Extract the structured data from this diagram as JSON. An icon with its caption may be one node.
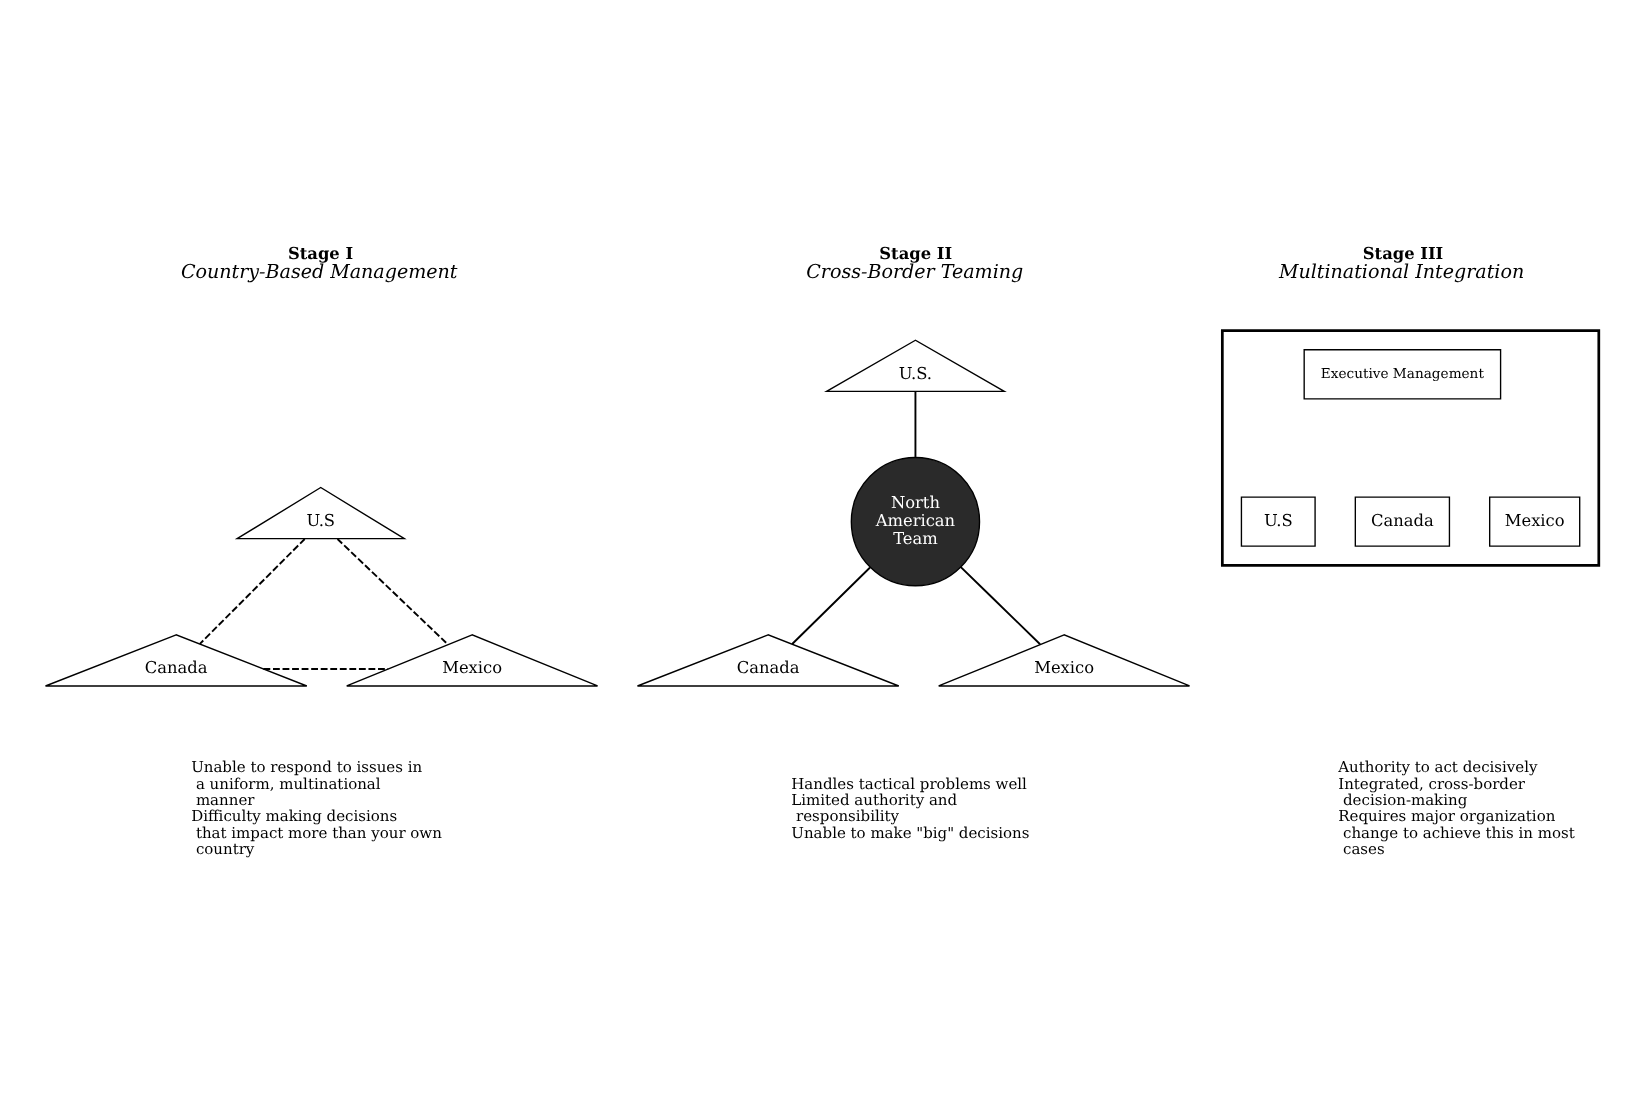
{
  "diagram": {
    "nodes": [
      {
        "text": [
          "U.S"
        ]
      },
      {
        "text": [
          "Canada"
        ]
      },
      {
        "text": [
          "Mexico"
        ]
      },
      {
        "text": [
          "U.S."
        ]
      },
      {
        "text": [
          "North American Team"
        ]
      },
      {
        "text": [
          "Canada"
        ]
      },
      {
        "text": [
          "Mexico"
        ]
      },
      {
        "text": [],
        "shape": "triangle"
      },
      {
        "text": [
          "Executive Management"
        ],
        "in": 7
      },
      {
        "text": [
          "U.S"
        ],
        "in": 7
      },
      {
        "text": [
          "Canada"
        ],
        "in": 7
      },
      {
        "text": [
          "Mexico"
        ],
        "in": 7
      }
    ],
    "edges": [
      {
        "from": 0,
        "to": 1,
        "arrow": "none",
        "style": "dashed"
      },
      {
        "from": 0,
        "to": 2,
        "arrow": "none",
        "style": "dashed"
      },
      {
        "from": 1,
        "to": 2,
        "arrow": "none",
        "style": "dashed"
      },
      {
        "from": 3,
        "to": 4,
        "arrow": "none"
      },
      {
        "from": 4,
        "to": 5,
        "arrow": "none"
      },
      {
        "from": 4,
        "to": 6,
        "arrow": "none"
      }
    ],
    "labels": [
      "Stage I",
      "Country-Based Management",
      "Stage II",
      "Cross-Border Teaming",
      "Stage III",
      "Multinational Integration",
      "Unable to respond to issues in a uniform, multinational manner",
      "Difficulty making decisions that impact more than your own country",
      "Handles tactical problems well",
      "Limited authority and responsibility",
      "Unable to make \"big\" decisions",
      "Authority to act decisively",
      "Integrated, cross-border decision-making",
      "Requires major organization change to achieve this in most cases"
    ]
  }
}
